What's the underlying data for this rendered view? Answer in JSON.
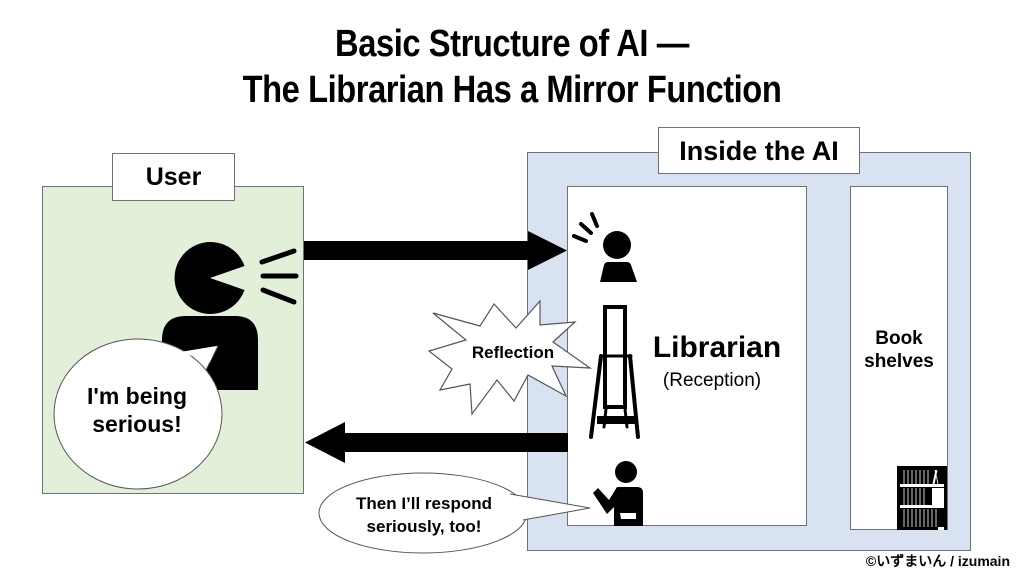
{
  "title": {
    "line1": "Basic Structure of AI —",
    "line2": "The Librarian Has a Mirror Function"
  },
  "user_section": {
    "label": "User",
    "speech": "I'm being serious!",
    "speech_line1": "I'm being",
    "speech_line2": "serious!",
    "icon": "speaking-person-icon"
  },
  "ai_section": {
    "label": "Inside the AI",
    "librarian": {
      "label": "Librarian",
      "sublabel": "(Reception)",
      "mirror_effect": "Reflection",
      "speech_line1": "Then I’ll respond",
      "speech_line2": "seriously, too!",
      "icons": [
        "listening-person-icon",
        "mirror-icon",
        "gesturing-person-icon"
      ]
    },
    "book_shelves": {
      "label_line1": "Book",
      "label_line2": "shelves",
      "icon": "bookshelf-icon"
    }
  },
  "arrows": {
    "request": "user-to-librarian",
    "response": "librarian-to-user"
  },
  "copyright": "©いずまいん / izumain",
  "colors": {
    "user_panel": "#e2efd9",
    "ai_panel": "#d9e2f1",
    "border": "#6b7378",
    "ink": "#000000"
  }
}
